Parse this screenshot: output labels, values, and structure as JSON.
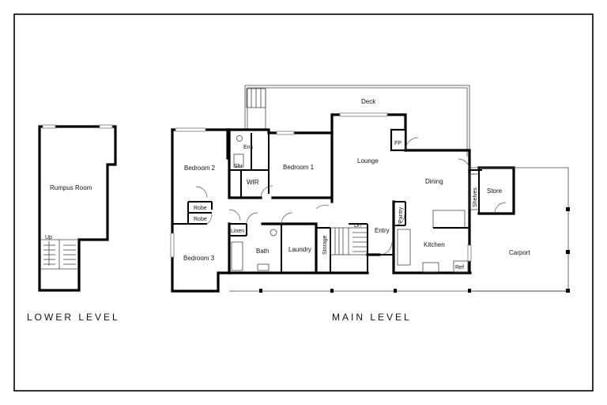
{
  "levels": {
    "lower": "LOWER LEVEL",
    "main": "MAIN LEVEL"
  },
  "rooms": {
    "rumpus": "Rumpus Room",
    "up": "Up",
    "deck": "Deck",
    "bedroom2": "Bedroom 2",
    "ens": "Ens",
    "shr": "Shr",
    "wir": "WIR",
    "bedroom1": "Bedroom 1",
    "lounge": "Lounge",
    "fp": "FP",
    "dining": "Dining",
    "shelves": "Shelves",
    "store": "Store",
    "robe1": "Robe",
    "robe2": "Robe",
    "bedroom3": "Bedroom 3",
    "linen": "Linen",
    "bath": "Bath",
    "laundry": "Laundry",
    "storage": "Storage",
    "dn": "Dn",
    "entry": "Entry",
    "pantry": "Pantry",
    "kitchen": "Kitchen",
    "ref": "Ref",
    "carport": "Carport"
  }
}
